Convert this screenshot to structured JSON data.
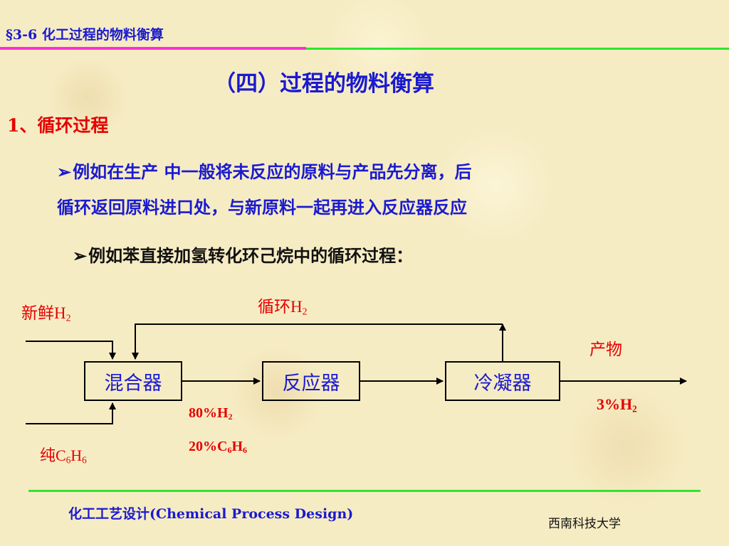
{
  "header": {
    "section": "§3-6 化工过程的物料衡算"
  },
  "title": "（四）过程的物料衡算",
  "section": {
    "heading": "1、循环过程"
  },
  "bullets": [
    {
      "marker": "➢",
      "line1": "例如在生产  中一般将未反应的原料与产品先分离，后",
      "line2": "循环返回原料进口处，与新原料一起再进入反应器反应"
    },
    {
      "marker": "➢",
      "line1": "例如苯直接加氢转化环己烷中的循环过程："
    }
  ],
  "diagram": {
    "boxes": {
      "mixer": "混合器",
      "reactor": "反应器",
      "condenser": "冷凝器"
    },
    "labels": {
      "fresh_h2": {
        "prefix": "新鲜H",
        "sub": "2"
      },
      "recycle_h2": {
        "prefix": "循环H",
        "sub": "2"
      },
      "product": "产物",
      "product_h2": {
        "prefix": "3%H",
        "sub": "2"
      },
      "mix_h2": {
        "prefix": "80%H",
        "sub": "2"
      },
      "mix_c6h6": {
        "p1": "20%C",
        "s1": "6",
        "p2": "H",
        "s2": "6"
      },
      "pure_c6h6": {
        "p1": "纯C",
        "s1": "6",
        "p2": "H",
        "s2": "6"
      }
    },
    "colors": {
      "label": "#e60000",
      "box_text": "#1a1ad0",
      "line": "#000000"
    }
  },
  "footer": {
    "course": "化工工艺设计(Chemical Process Design)",
    "university": "西南科技大学"
  }
}
